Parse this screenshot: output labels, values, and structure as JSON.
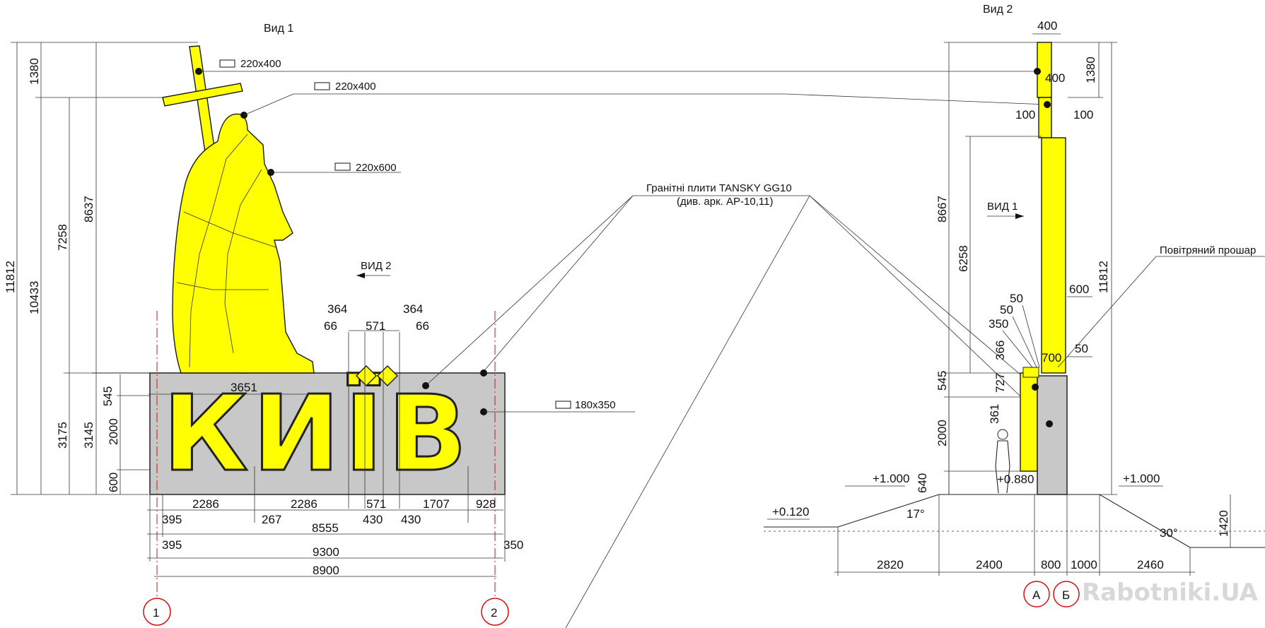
{
  "view1": {
    "title": "Вид 1",
    "arrow_label": "ВИД 2",
    "sections": [
      "220х400",
      "220х400",
      "220х600",
      "180х350"
    ],
    "letters_label": "КИЇВ",
    "left_dims": [
      "11812",
      "10433",
      "1380",
      "8637",
      "7258",
      "3175",
      "3145",
      "545",
      "2000",
      "600"
    ],
    "mid_dims": [
      "3651",
      "364",
      "364",
      "66",
      "571",
      "66"
    ],
    "bottom_dims": [
      "2286",
      "2286",
      "571",
      "1707",
      "928",
      "395",
      "267",
      "430",
      "430",
      "8555",
      "395",
      "350",
      "9300",
      "8900"
    ],
    "axes": [
      "1",
      "2"
    ]
  },
  "view2": {
    "title": "Вид 2",
    "arrow_label": "ВИД 1",
    "right_label": "Повітряний прошар",
    "top_dims": [
      "400",
      "400",
      "100",
      "100",
      "1380",
      "11812"
    ],
    "left_dims": [
      "8667",
      "6258",
      "545",
      "2000",
      "727",
      "366",
      "361",
      "640"
    ],
    "mid_dims": [
      "50",
      "50",
      "350",
      "600",
      "700",
      "50"
    ],
    "levels": [
      "+1.000",
      "+0.120",
      "+0.880",
      "+1.000"
    ],
    "angles": [
      "17°",
      "30°"
    ],
    "bottom_dims": [
      "2820",
      "2400",
      "800",
      "1000",
      "2460",
      "1420"
    ],
    "axes": [
      "А",
      "Б"
    ]
  },
  "callout": {
    "line1": "Гранітні плити TANSKY GG10",
    "line2": "(див. арк. АР-10,11)"
  },
  "watermark": "Rabotniki.UA",
  "colors": {
    "statue": "#ffff00",
    "base": "#c8c8c8",
    "axis": "#d01010"
  }
}
